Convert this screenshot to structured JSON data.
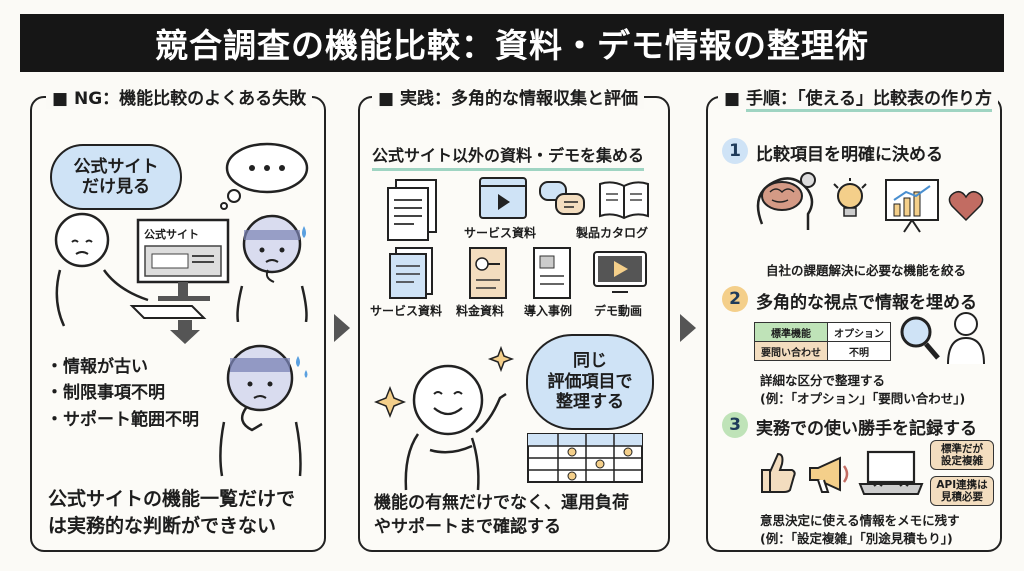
{
  "title": "競合調査の機能比較：資料・デモ情報の整理術",
  "panel1": {
    "heading": "■ NG：機能比較のよくある失敗",
    "bubble_line1": "公式サイト",
    "bubble_line2": "だけ見る",
    "screen_label": "公式サイト",
    "bullets": [
      "・情報が古い",
      "・制限事項不明",
      "・サポート範囲不明"
    ],
    "conclusion_line1": "公式サイトの機能一覧だけで",
    "conclusion_line2": "は実務的な判断ができない"
  },
  "panel2": {
    "heading": "■ 実践：多角的な情報収集と評価",
    "subtitle": "公式サイト以外の資料・デモを集める",
    "labels": {
      "service_docs_top": "サービス資料",
      "catalog": "製品カタログ",
      "service_docs": "サービス資料",
      "pricing": "料金資料",
      "case_study": "導入事例",
      "demo_video": "デモ動画"
    },
    "bubble_line1": "同じ",
    "bubble_line2": "評価項目で",
    "bubble_line3": "整理する",
    "conclusion_line1": "機能の有無だけでなく、運用負荷",
    "conclusion_line2": "やサポートまで確認する"
  },
  "panel3": {
    "heading_prefix": "■ ",
    "heading": "手順：「使える」比較表の作り方",
    "step1": {
      "num": "1",
      "title": "比較項目を明確に決める",
      "desc": "自社の課題解決に必要な機能を絞る"
    },
    "step2": {
      "num": "2",
      "title": "多角的な視点で情報を埋める",
      "table": {
        "r1c1": "標準機能",
        "r1c2": "オプション",
        "r2c1": "要問い合わせ",
        "r2c2": "不明"
      },
      "desc_line1": "詳細な区分で整理する",
      "desc_line2": "(例：「オプション」「要問い合わせ」)"
    },
    "step3": {
      "num": "3",
      "title": "実務での使い勝手を記録する",
      "tag1_line1": "標準だが",
      "tag1_line2": "設定複雑",
      "tag2_line1": "API連携は",
      "tag2_line2": "見積必要",
      "desc_line1": "意思決定に使える情報をメモに残す",
      "desc_line2": "(例：「設定複雑」「別途見積もり」)"
    }
  },
  "colors": {
    "bubble": "#cfe3f6",
    "tan": "#f3ddbf",
    "teal": "#9fd4c2",
    "step_blue": "#cfe3f6",
    "step_orange": "#f4cf8a",
    "step_green": "#bfe3b8",
    "title_bg": "#161616"
  }
}
